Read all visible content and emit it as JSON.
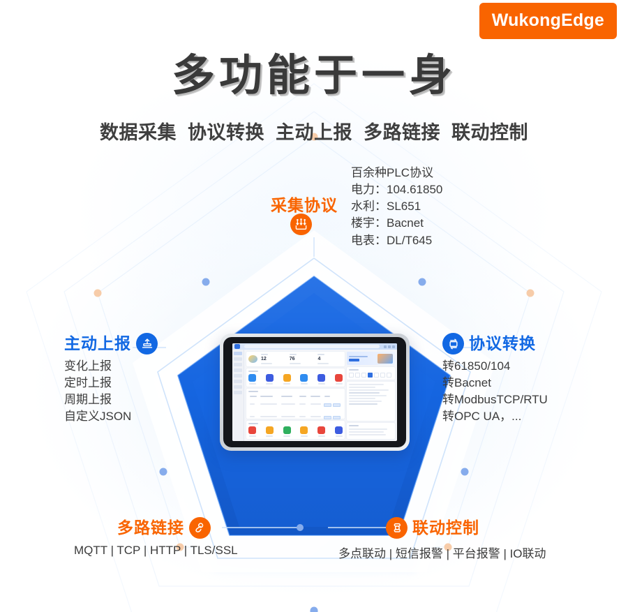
{
  "brand": {
    "name": "WukongEdge",
    "color": "#f96400"
  },
  "headline": "多功能于一身",
  "subhead": [
    "数据采集",
    "协议转换",
    "主动上报",
    "多路链接",
    "联动控制"
  ],
  "nodes": {
    "collect": {
      "title": "采集协议",
      "icon": "data-collect-icon",
      "color": "#f96400",
      "items": [
        "百余种PLC协议",
        "电力：104.61850",
        "水利：SL651",
        "楼宇：Bacnet",
        "电表：DL/T645"
      ]
    },
    "report": {
      "title": "主动上报",
      "icon": "upload-icon",
      "color": "#1268e3",
      "items": [
        "变化上报",
        "定时上报",
        "周期上报",
        "自定义JSON"
      ]
    },
    "convert": {
      "title": "协议转换",
      "icon": "convert-loop-icon",
      "color": "#1268e3",
      "items": [
        "转61850/104",
        "转Bacnet",
        "转ModbusTCP/RTU",
        "转OPC UA，..."
      ]
    },
    "multilink": {
      "title": "多路链接",
      "icon": "link-icon",
      "color": "#f96400",
      "items_inline": "MQTT | TCP | HTTP | TLS/SSL"
    },
    "linkage": {
      "title": "联动控制",
      "icon": "linkage-icon",
      "color": "#f96400",
      "items_inline": "多点联动 | 短信报警 | 平台报警 | IO联动"
    }
  },
  "device": {
    "name": "edge-gateway-tablet",
    "screen": {
      "stats": [
        "12",
        "76",
        "4"
      ]
    }
  },
  "palette": {
    "orange": "#f96400",
    "blue": "#1268e3",
    "pentagon_fill": "#1565e0",
    "line": "#cfe0f7",
    "dot_blue": "#7fa9e8",
    "dot_orange": "#f6c6a0"
  }
}
